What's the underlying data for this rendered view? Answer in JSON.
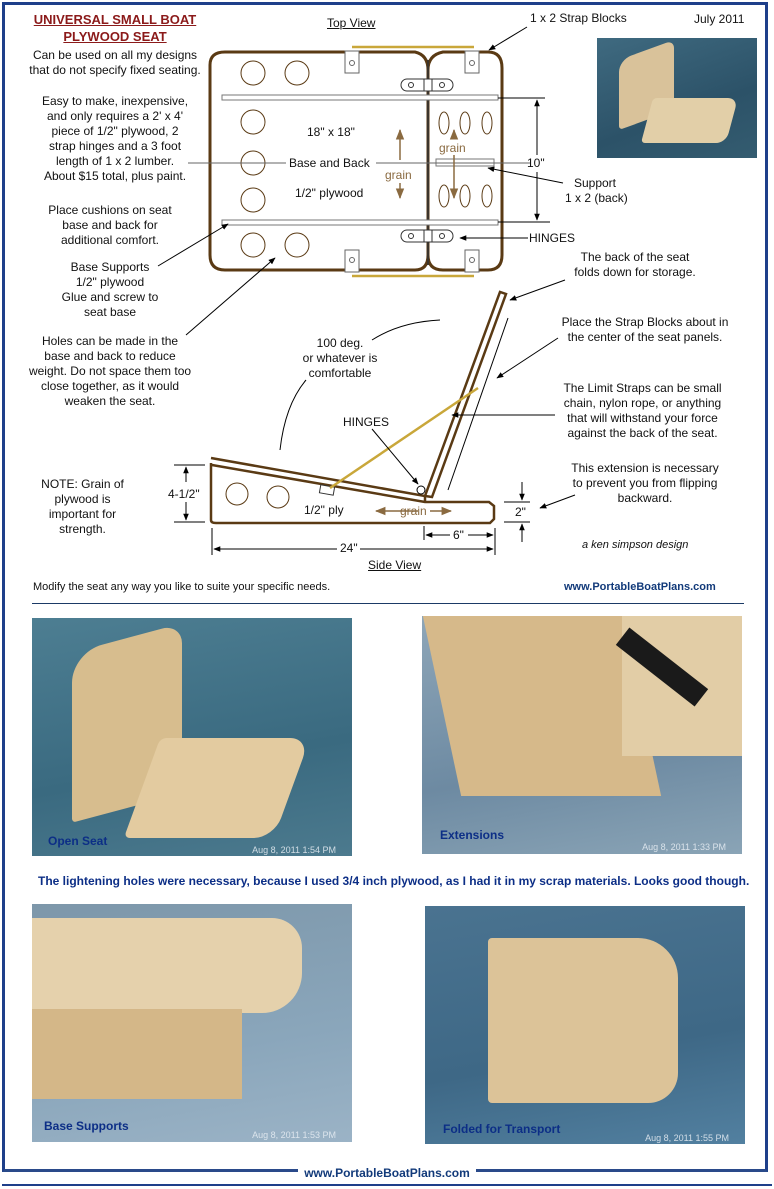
{
  "header": {
    "title_line1": "UNIVERSAL SMALL BOAT",
    "title_line2": "PLYWOOD SEAT",
    "date": "July 2011",
    "top_view_label": "Top View",
    "side_view_label": "Side View"
  },
  "notes": {
    "intro": [
      "Can be used on all my designs",
      "that do not specify fixed seating."
    ],
    "materials": [
      "Easy to make, inexpensive,",
      "and only requires a 2' x 4'",
      "piece of 1/2\" plywood, 2",
      "strap hinges and a 3 foot",
      "length of 1 x 2 lumber.",
      "About $15 total, plus paint."
    ],
    "cushions": [
      "Place cushions on seat",
      "base and back for",
      "additional comfort."
    ],
    "base_supports": [
      "Base Supports",
      "1/2\" plywood",
      "Glue and screw to",
      "seat base"
    ],
    "holes": [
      "Holes can be made in the",
      "base and back to reduce",
      "weight.  Do not space them too",
      "close together, as it would",
      "weaken the seat."
    ],
    "grain_note": [
      "NOTE:  Grain of",
      "plywood is",
      "important for",
      "strength."
    ],
    "folds": [
      "The back of the seat",
      "folds down for storage."
    ],
    "strap_blocks_place": [
      "Place the Strap Blocks about in",
      "the center of the seat panels."
    ],
    "limit_straps": [
      "The Limit Straps can be small",
      "chain, nylon rope, or anything",
      "that will withstand your force",
      "against the back of the seat."
    ],
    "extension": [
      "This extension is necessary",
      "to prevent you from flipping",
      "backward."
    ],
    "angle": [
      "100 deg.",
      "or whatever is",
      "comfortable"
    ],
    "credit": "a ken simpson design",
    "modify": "Modify the seat any way you like to suite your specific needs.",
    "website": "www.PortableBoatPlans.com"
  },
  "top_view": {
    "strap_blocks_label": "1 x 2 Strap Blocks",
    "size": "18\" x 18\"",
    "base_and_back": "Base and Back",
    "plywood": "1/2\" plywood",
    "grain": "grain",
    "dim_10": "10\"",
    "support": [
      "Support",
      "1 x 2 (back)"
    ],
    "hinges": "HINGES"
  },
  "side_view": {
    "hinges": "HINGES",
    "ply": "1/2\" ply",
    "grain": "grain",
    "dim_height": "4-1/2\"",
    "dim_24": "24\"",
    "dim_6": "6\"",
    "dim_2": "2\""
  },
  "photos": [
    {
      "caption": "Open Seat",
      "stamp": "Aug 8, 2011 1:54 PM"
    },
    {
      "caption": "Extensions",
      "stamp": "Aug 8, 2011 1:33 PM"
    },
    {
      "caption": "Base Supports",
      "stamp": "Aug 8, 2011 1:53 PM"
    },
    {
      "caption": "Folded for Transport",
      "stamp": "Aug 8, 2011 1:55 PM"
    }
  ],
  "photo_note": "The lightening holes were necessary, because I used 3/4 inch plywood, as I had it in my scrap materials.  Looks good though.",
  "footer": {
    "website": "www.PortableBoatPlans.com"
  },
  "colors": {
    "frame": "#1e3f8a",
    "title": "#8b1a1a",
    "wood_line": "#5a3a14",
    "strap": "#c9a73a",
    "grain": "#8a6a40",
    "caption": "#0c2e86"
  }
}
